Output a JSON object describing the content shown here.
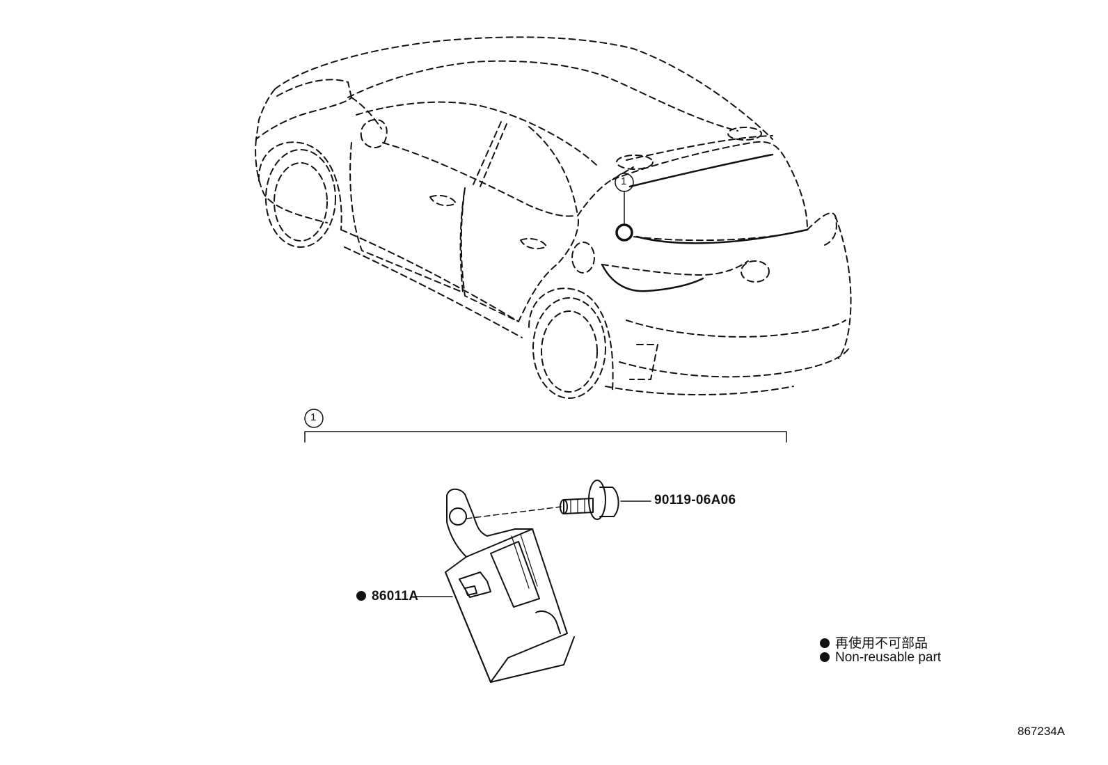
{
  "callouts": {
    "index_top": "1",
    "index_group": "1"
  },
  "parts": {
    "bolt": {
      "number": "90119-06A06"
    },
    "sensor": {
      "number": "86011A",
      "non_reusable": true
    }
  },
  "legend": {
    "items": [
      {
        "text": "再使用不可部品"
      },
      {
        "text": "Non-reusable part"
      }
    ]
  },
  "reference": {
    "code": "867234A"
  },
  "colors": {
    "line": "#111111",
    "background": "#ffffff"
  }
}
